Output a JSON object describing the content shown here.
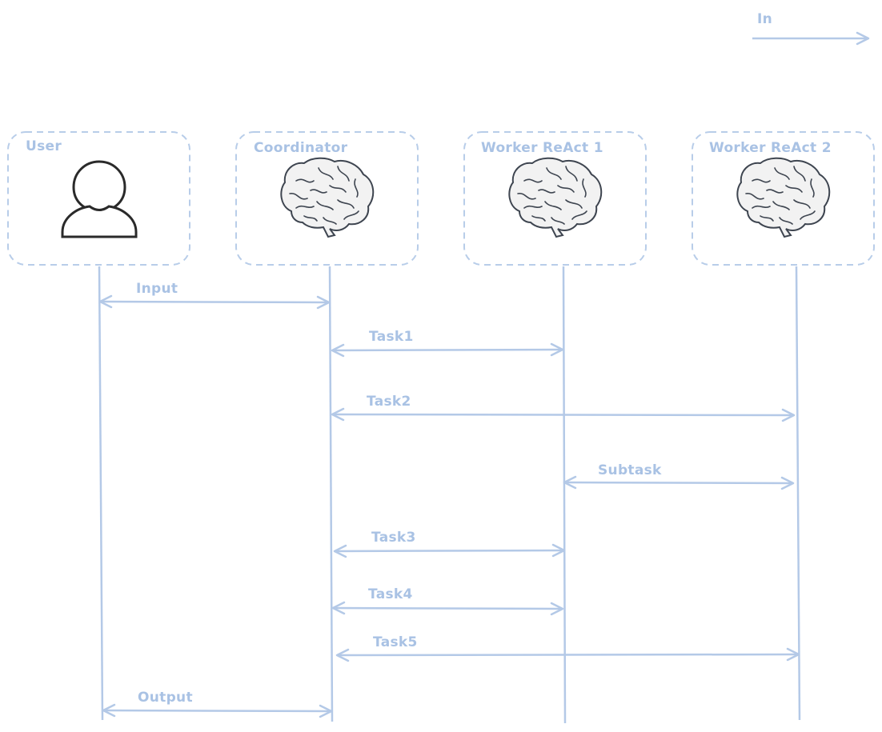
{
  "legend": {
    "label": "In"
  },
  "participants": [
    {
      "id": "user",
      "label": "User",
      "icon": "user-icon"
    },
    {
      "id": "coordinator",
      "label": "Coordinator",
      "icon": "brain-icon"
    },
    {
      "id": "worker1",
      "label": "Worker ReAct 1",
      "icon": "brain-icon"
    },
    {
      "id": "worker2",
      "label": "Worker ReAct 2",
      "icon": "brain-icon"
    }
  ],
  "messages": [
    {
      "label": "Input",
      "from": "user",
      "to": "coordinator"
    },
    {
      "label": "Task1",
      "from": "coordinator",
      "to": "worker1"
    },
    {
      "label": "Task2",
      "from": "coordinator",
      "to": "worker2"
    },
    {
      "label": "Subtask",
      "from": "worker1",
      "to": "worker2"
    },
    {
      "label": "Task3",
      "from": "coordinator",
      "to": "worker1"
    },
    {
      "label": "Task4",
      "from": "coordinator",
      "to": "worker1"
    },
    {
      "label": "Task5",
      "from": "coordinator",
      "to": "worker2"
    },
    {
      "label": "Output",
      "from": "user",
      "to": "coordinator"
    }
  ],
  "colors": {
    "accent": "#a9c2e4",
    "line": "#b4c9e7",
    "icon": "#3e4550"
  }
}
